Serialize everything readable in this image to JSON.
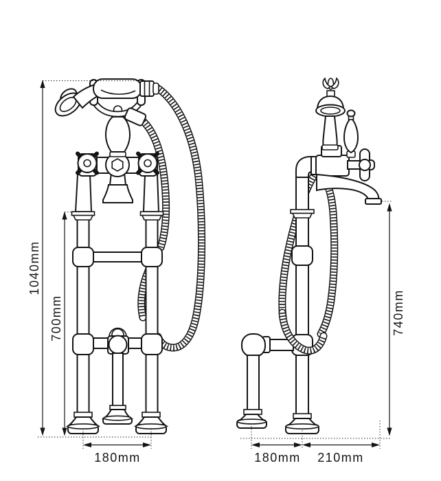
{
  "figure": {
    "kind": "technical dimension drawing",
    "subject": "freestanding bath shower mixer with handset, hose and standpipe legs",
    "background_color": "#ffffff",
    "line_color": "#141414",
    "views": [
      "front elevation",
      "side elevation"
    ]
  },
  "front_view": {
    "overall_height": "1040mm",
    "stand_height": "700mm",
    "leg_spacing": "180mm"
  },
  "side_view": {
    "spout_height": "740mm",
    "leg_offset": "180mm",
    "spout_reach": "210mm"
  }
}
